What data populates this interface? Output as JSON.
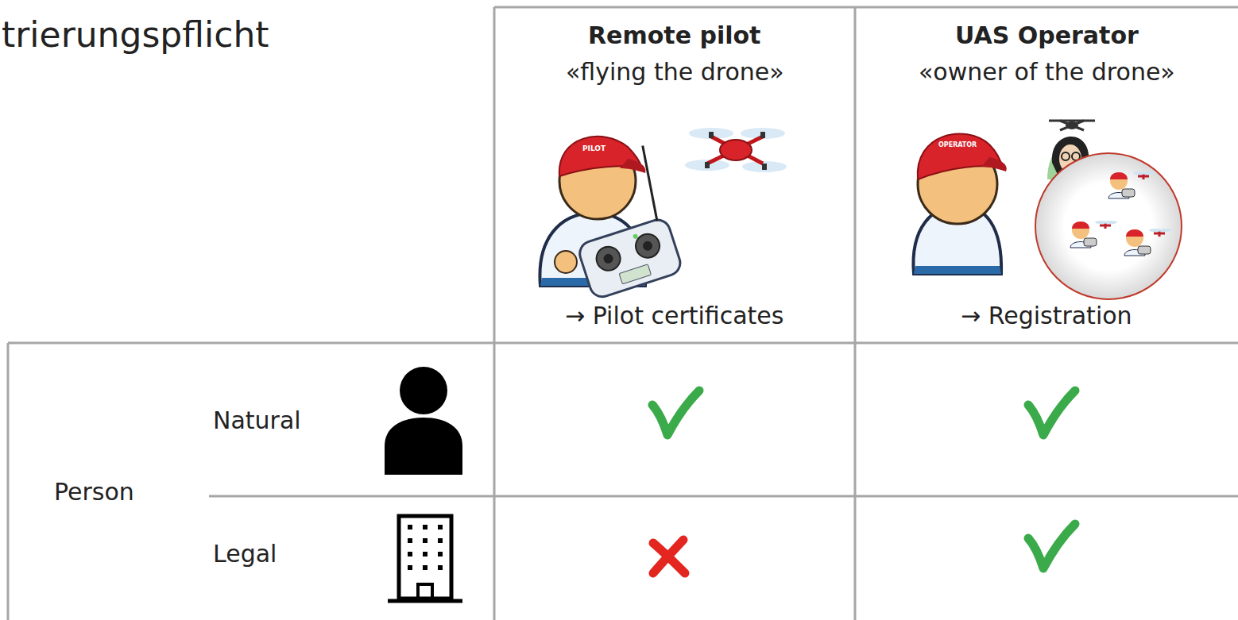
{
  "diagram": {
    "labels": [
      "trierungspflicht",
      "Remote pilot",
      "«flying the drone»",
      "→ Pilot certificates",
      "UAS Operator",
      "«owner of the drone»",
      "→ Registration",
      "Person",
      "Natural",
      "Legal",
      "PILOT",
      "OPERATOR"
    ]
  }
}
